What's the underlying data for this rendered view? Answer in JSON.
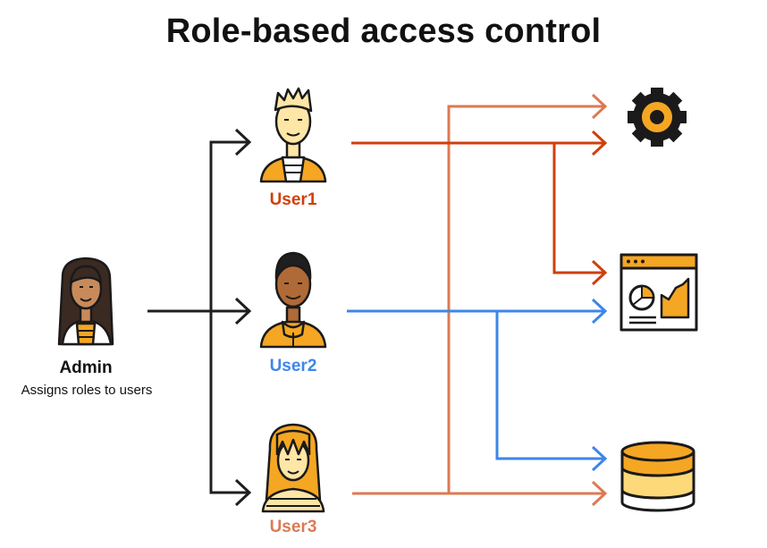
{
  "title": "Role-based access control",
  "admin": {
    "name": "Admin",
    "description": "Assigns roles to users"
  },
  "users": [
    {
      "label": "User1",
      "color": "#cf3f0d"
    },
    {
      "label": "User2",
      "color": "#3d86ea"
    },
    {
      "label": "User3",
      "color": "#dc7a52"
    }
  ],
  "resources": [
    {
      "icon": "gear-icon"
    },
    {
      "icon": "dashboard-chart-icon"
    },
    {
      "icon": "database-icon"
    }
  ],
  "colors": {
    "admin_line": "#1f1f1f",
    "accent": "#f5a623",
    "outline": "#1a1a1a"
  }
}
